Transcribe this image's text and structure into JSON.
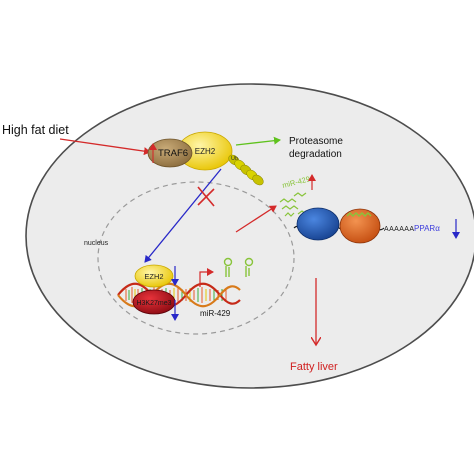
{
  "labels": {
    "high_fat_diet": "High fat diet",
    "traf6": "TRAF6",
    "ezh2_top": "EZH2",
    "ub": "Ub",
    "proteasome_line1": "Proteasome",
    "proteasome_line2": "degradation",
    "nucleus": "nucleus",
    "ezh2_nuclear": "EZH2",
    "h3k27me3": "H3K27me3",
    "mir429_nuclear": "miR-429",
    "mir429_cyto": "miR-429",
    "poly_a": "AAAAAA",
    "ppara": "PPARα",
    "fatty_liver": "Fatty liver"
  },
  "colors": {
    "cell_fill": "#ececec",
    "cell_stroke": "#4d4d4d",
    "red_arrow": "#d42a2a",
    "blue_arrow": "#2828c8",
    "green_arrow": "#5fc21d",
    "traf6_fill": "#a78758",
    "ezh2_fill": "#efd20f",
    "ub_fill": "#c8c200",
    "ribosome_small": "#1f54b2",
    "ribosome_large": "#e06a1c",
    "h3k27me3_fill": "#b9161e",
    "mirna_green": "#88c43a",
    "ppara_text": "#3d3ddc",
    "fatty_liver_text": "#d02020"
  }
}
